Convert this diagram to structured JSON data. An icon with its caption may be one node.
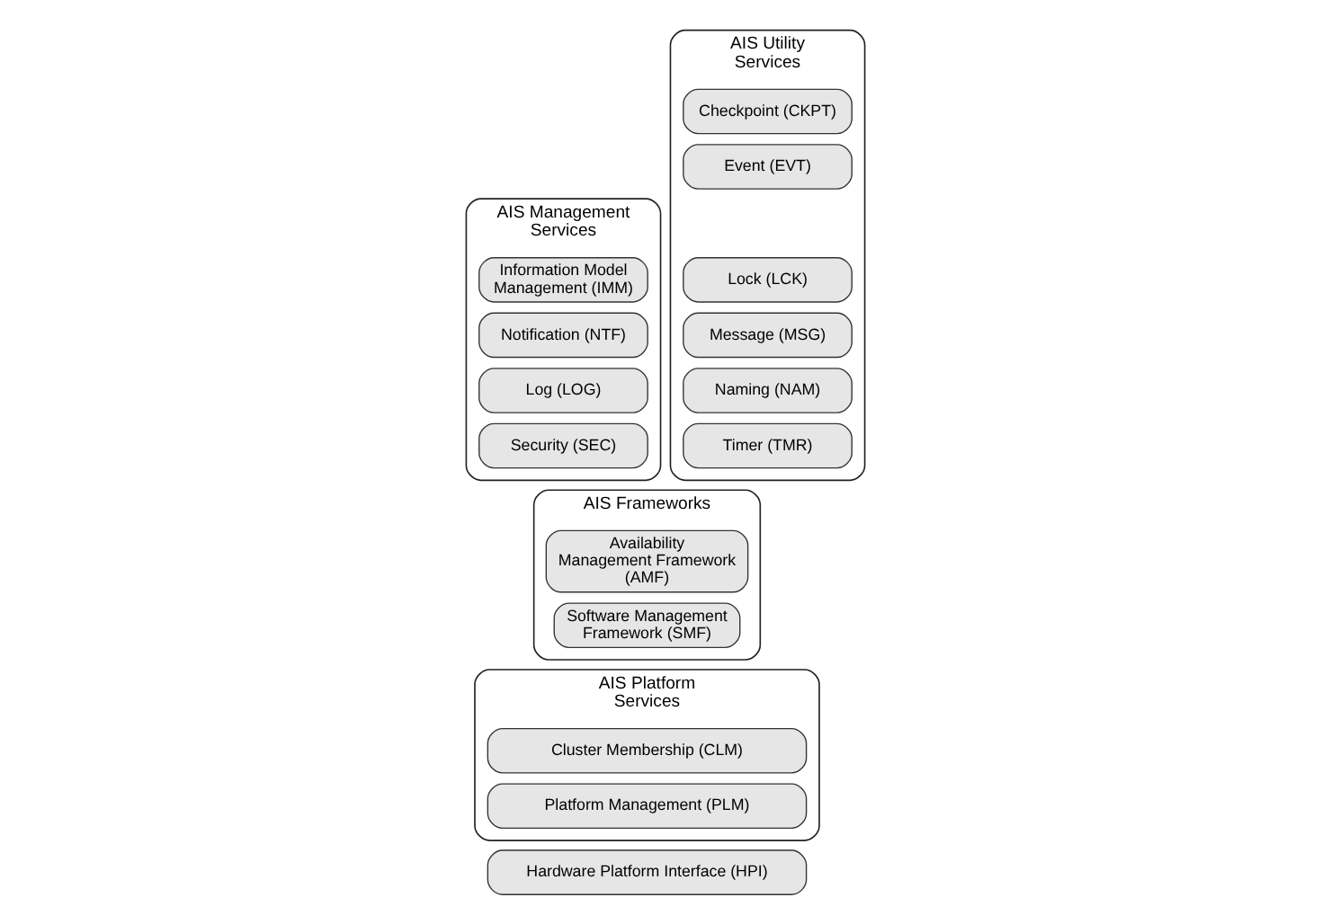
{
  "diagram": {
    "nodes": [
      {
        "text": [
          "AIS Management Services"
        ]
      },
      {
        "text": [
          "Information Model Management (IMM)"
        ],
        "in": 0
      },
      {
        "text": [
          "Notification (NTF)"
        ],
        "in": 0
      },
      {
        "text": [
          "Log (LOG)"
        ],
        "in": 0
      },
      {
        "text": [
          "Security (SEC)"
        ],
        "in": 0
      },
      {
        "text": [
          "AIS Frameworks"
        ]
      },
      {
        "text": [
          "Availability Management Framework (AMF)"
        ],
        "in": 5
      },
      {
        "text": [
          "Software Management Framework (SMF)"
        ],
        "in": 5
      },
      {
        "text": [
          "AIS Utility Services"
        ]
      },
      {
        "text": [
          "Checkpoint (CKPT)"
        ],
        "in": 8
      },
      {
        "text": [
          "Event (EVT)"
        ],
        "in": 8
      },
      {
        "text": [
          "Lock (LCK)"
        ],
        "in": 8
      },
      {
        "text": [
          "Message (MSG)"
        ],
        "in": 8
      },
      {
        "text": [
          "Naming (NAM)"
        ],
        "in": 8
      },
      {
        "text": [
          "Timer (TMR)"
        ],
        "in": 8
      },
      {
        "text": [
          "AIS Platform Services"
        ]
      },
      {
        "text": [
          "Cluster Membership (CLM)"
        ],
        "in": 15
      },
      {
        "text": [
          "Platform Management (PLM)"
        ],
        "in": 15
      },
      {
        "text": [
          "Hardware Platform Interface (HPI)"
        ]
      }
    ],
    "edges": []
  }
}
